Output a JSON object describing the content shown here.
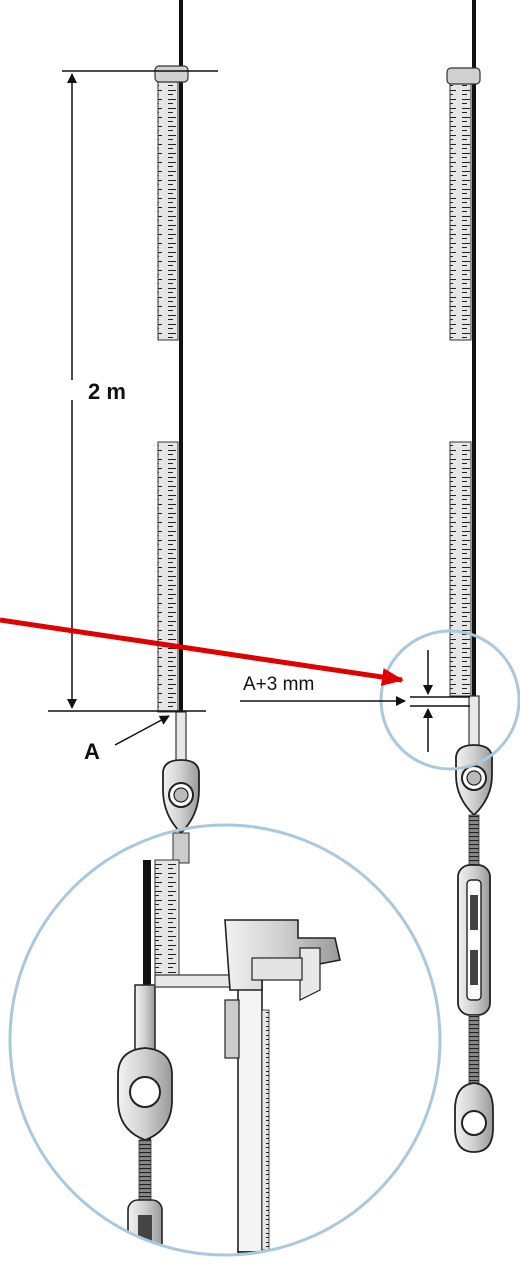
{
  "labels": {
    "length": "2 m",
    "reference": "A",
    "stretch": "A+3 mm"
  },
  "colors": {
    "line": "#111111",
    "circle": "#a9c8de",
    "arrow": "#e00000",
    "tape": "#d9d9d9",
    "metal": "#cfcfcf"
  }
}
